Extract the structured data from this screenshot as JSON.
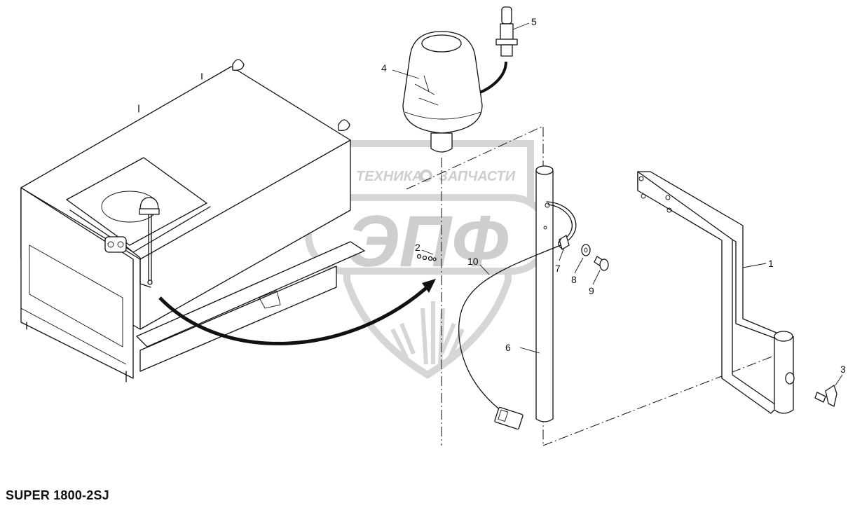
{
  "figure": {
    "model_label": "SUPER 1800-2SJ",
    "callouts": [
      {
        "id": "1",
        "text": "1"
      },
      {
        "id": "2",
        "text": "2"
      },
      {
        "id": "3",
        "text": "3"
      },
      {
        "id": "4",
        "text": "4"
      },
      {
        "id": "5",
        "text": "5"
      },
      {
        "id": "6",
        "text": "6"
      },
      {
        "id": "7",
        "text": "7"
      },
      {
        "id": "8",
        "text": "8"
      },
      {
        "id": "9",
        "text": "9"
      },
      {
        "id": "10",
        "text": "10"
      }
    ]
  },
  "watermark": {
    "top_left": "ТЕХНИКА",
    "top_right": "ЗАПЧАСТИ",
    "big": "ЭПФ"
  }
}
